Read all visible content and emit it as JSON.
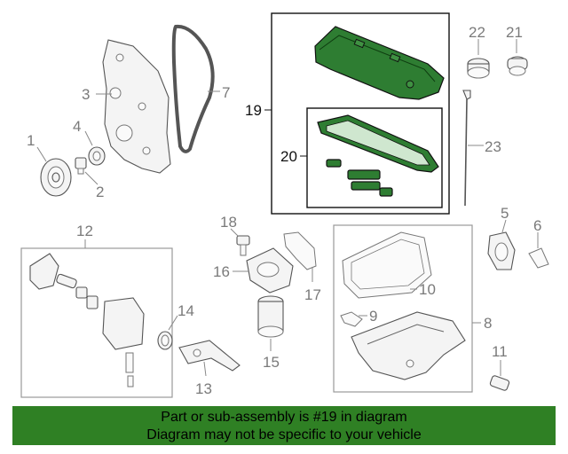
{
  "callouts": {
    "c1": "1",
    "c2": "2",
    "c3": "3",
    "c4": "4",
    "c5": "5",
    "c6": "6",
    "c7": "7",
    "c8": "8",
    "c9": "9",
    "c10": "10",
    "c11": "11",
    "c12": "12",
    "c13": "13",
    "c14": "14",
    "c15": "15",
    "c16": "16",
    "c17": "17",
    "c18": "18",
    "c19": "19",
    "c20": "20",
    "c21": "21",
    "c22": "22",
    "c23": "23"
  },
  "banner": {
    "line1": "Part or sub-assembly is #19 in diagram",
    "line2": "Diagram may not be specific to your vehicle"
  },
  "colors": {
    "highlight": "#2e7d32",
    "banner": "#2f8024"
  }
}
